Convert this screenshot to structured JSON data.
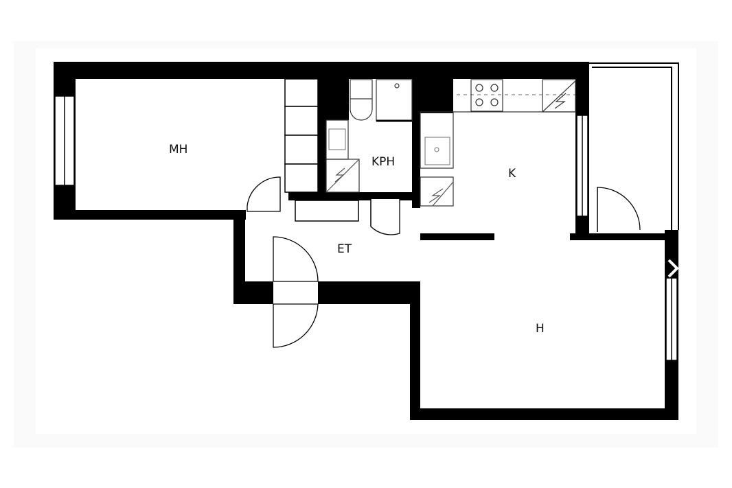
{
  "rooms": {
    "mh": "MH",
    "kph": "KPH",
    "k": "K",
    "et": "ET",
    "h": "H"
  },
  "navigation": {
    "next_icon": "chevron-right-icon"
  },
  "colors": {
    "wall": "#000000",
    "fixture": "#888888",
    "background": "#ffffff"
  }
}
